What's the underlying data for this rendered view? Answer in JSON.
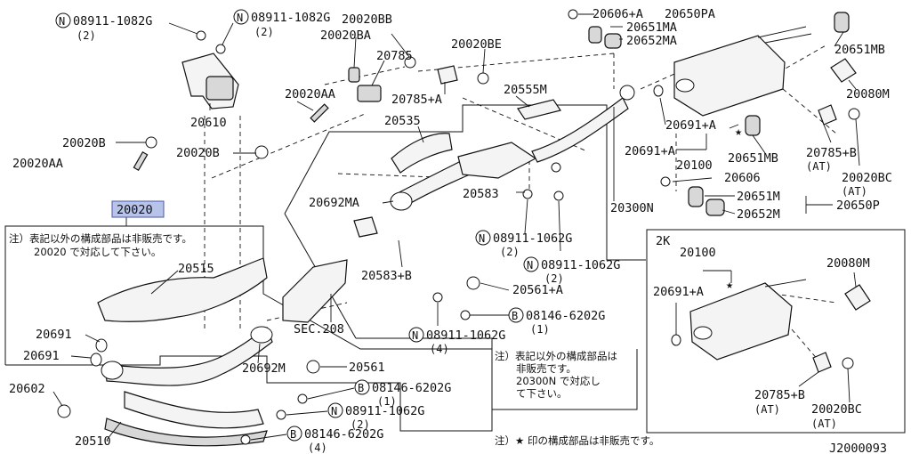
{
  "diagram_code": "J2000093",
  "note_circled_n": "N",
  "note_circled_b": "B",
  "highlighted_part": "20020",
  "parts": {
    "n_08911_1082g_a": "08911-1082G",
    "n_08911_1082g_a_qty": "(2)",
    "n_08911_1082g_b": "08911-1082G",
    "n_08911_1082g_b_qty": "(2)",
    "p20020bb": "20020BB",
    "p20020ba": "20020BA",
    "p20020be": "20020BE",
    "p20785": "20785",
    "p20785a": "20785+A",
    "p20610": "20610",
    "p20020aa_upper": "20020AA",
    "p20020b_left": "20020B",
    "p20020aa_left": "20020AA",
    "p20020b_mid": "20020B",
    "p20606a": "20606+A",
    "p20650pa": "20650PA",
    "p20651ma_top": "20651MA",
    "p20652ma": "20652MA",
    "p20651mb_right": "20651MB",
    "p20080m_top": "20080M",
    "p20555m": "20555M",
    "p20535": "20535",
    "p20691a": "20691+A",
    "p20691a_b": "20691+A",
    "p20100": "20100",
    "p20651mb_mid": "20651MB",
    "p20785b": "20785+B",
    "p20785b_at": "(AT)",
    "p20020bc": "20020BC",
    "p20020bc_at": "(AT)",
    "p20583": "20583",
    "p20606": "20606",
    "p20300n": "20300N",
    "p20651m": "20651M",
    "p20652m": "20652M",
    "p20650p": "20650P",
    "p20692ma": "20692MA",
    "n_08911_1062g_a": "08911-1062G",
    "n_08911_1062g_a_qty": "(2)",
    "n_08911_1062g_b": "08911-1062G",
    "n_08911_1062g_b_qty": "(2)",
    "p20583b": "20583+B",
    "p20561a": "20561+A",
    "b_08146_6202g_a": "08146-6202G",
    "b_08146_6202g_a_qty": "(1)",
    "n_08911_1062g_c": "08911-1062G",
    "n_08911_1062g_c_qty": "(4)",
    "p20515": "20515",
    "sec208": "SEC.208",
    "p20691_a": "20691",
    "p20691_b": "20691",
    "p20602": "20602",
    "p20692m": "20692M",
    "p20561": "20561",
    "b_08146_6202g_b": "08146-6202G",
    "b_08146_6202g_b_qty": "(1)",
    "n_08911_1062g_d": "08911-1062G",
    "n_08911_1062g_d_qty": "(2)",
    "b_08146_6202g_c": "08146-6202G",
    "b_08146_6202g_c_qty": "(4)",
    "p20510": "20510"
  },
  "inset": {
    "title": "2K",
    "p20100": "20100",
    "p20080m": "20080M",
    "p20691a": "20691+A",
    "p20785b": "20785+B",
    "p20785b_at": "(AT)",
    "p20020bc": "20020BC",
    "p20020bc_at": "(AT)"
  },
  "notes": {
    "left_line1": "注）表記以外の構成部品は非販売です。",
    "left_line2": "20020 で対応して下さい。",
    "mid_line1": "注）表記以外の構成部品は",
    "mid_line2": "非販売です。",
    "mid_line3": "20300N で対応し",
    "mid_line4": "て下さい。",
    "bottom": "注）★ 印の構成部品は非販売です。"
  }
}
